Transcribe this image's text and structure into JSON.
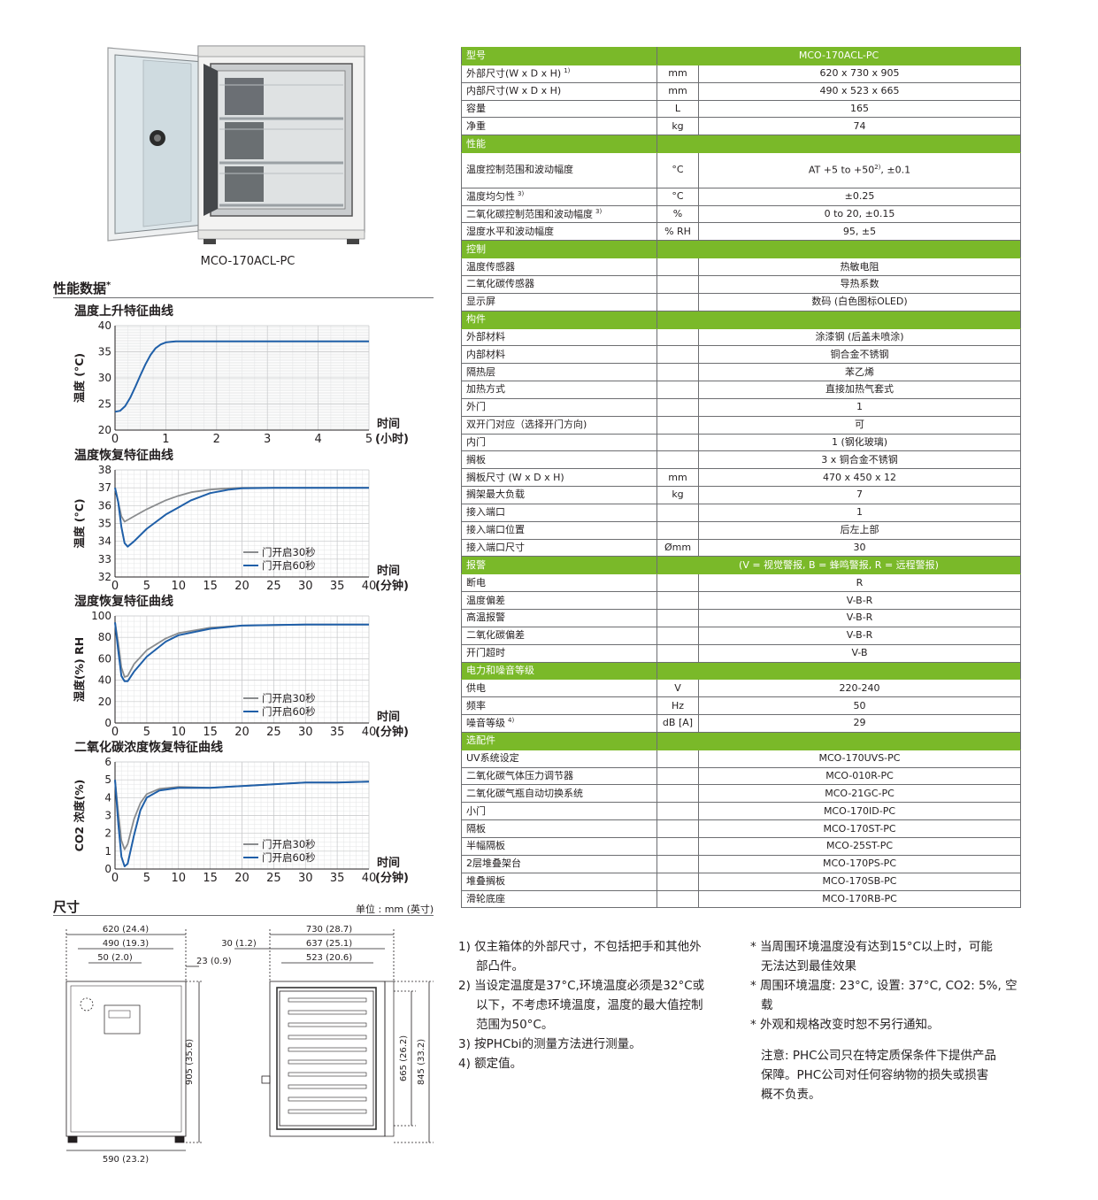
{
  "product": {
    "caption": "MCO-170ACL-PC"
  },
  "performance": {
    "title": "性能数据",
    "mark": "*"
  },
  "charts": {
    "c1": {
      "title": "温度上升特征曲线",
      "ylabel": "温度 (°C)",
      "xlabel1": "时间",
      "xlabel2": "(小时)",
      "yticks": [
        "40",
        "35",
        "30",
        "25",
        "20"
      ],
      "xticks": [
        "0",
        "1",
        "2",
        "3",
        "4",
        "5"
      ]
    },
    "c2": {
      "title": "温度恢复特征曲线",
      "ylabel": "温度 (°C)",
      "xlabel1": "时间",
      "xlabel2": "(分钟)",
      "yticks": [
        "38",
        "37",
        "36",
        "35",
        "34",
        "33",
        "32"
      ],
      "xticks": [
        "0",
        "5",
        "10",
        "15",
        "20",
        "25",
        "30",
        "35",
        "40"
      ],
      "legend1": "门开启30秒",
      "legend2": "门开启60秒"
    },
    "c3": {
      "title": "湿度恢复特征曲线",
      "ylabel": "湿度(%) RH",
      "xlabel1": "时间",
      "xlabel2": "(分钟)",
      "yticks": [
        "100",
        "80",
        "60",
        "40",
        "20",
        "0"
      ],
      "xticks": [
        "0",
        "5",
        "10",
        "15",
        "20",
        "25",
        "30",
        "35",
        "40"
      ],
      "legend1": "门开启30秒",
      "legend2": "门开启60秒"
    },
    "c4": {
      "title": "二氧化碳浓度恢复特征曲线",
      "ylabel": "CO2 浓度(%)",
      "xlabel1": "时间",
      "xlabel2": "(分钟)",
      "yticks": [
        "6",
        "5",
        "4",
        "3",
        "2",
        "1",
        "0"
      ],
      "xticks": [
        "0",
        "5",
        "10",
        "15",
        "20",
        "25",
        "30",
        "35",
        "40"
      ],
      "legend1": "门开启30秒",
      "legend2": "门开启60秒"
    }
  },
  "chart_data": [
    {
      "type": "line",
      "title": "温度上升特征曲线",
      "xlabel": "时间 (小时)",
      "ylabel": "温度 (°C)",
      "xlim": [
        0,
        5
      ],
      "ylim": [
        20,
        40
      ],
      "grid": true,
      "series": [
        {
          "color": "#1f5fa8",
          "x": [
            0,
            0.1,
            0.2,
            0.3,
            0.4,
            0.5,
            0.6,
            0.7,
            0.8,
            0.9,
            1.0,
            1.1,
            1.2,
            1.5,
            2,
            3,
            4,
            5
          ],
          "y": [
            23.5,
            23.7,
            24.6,
            26.2,
            28.3,
            30.5,
            32.6,
            34.4,
            35.7,
            36.4,
            36.8,
            36.9,
            37.0,
            37.0,
            37.0,
            37.0,
            37.0,
            37.0
          ]
        }
      ]
    },
    {
      "type": "line",
      "title": "温度恢复特征曲线",
      "xlabel": "时间 (分钟)",
      "ylabel": "温度 (°C)",
      "xlim": [
        0,
        40
      ],
      "ylim": [
        32,
        38
      ],
      "grid": true,
      "series": [
        {
          "name": "门开启30秒",
          "color": "#8a8c8e",
          "x": [
            0,
            0.5,
            1,
            1.5,
            3,
            5,
            8,
            10,
            12,
            15,
            18,
            20,
            25,
            30,
            40
          ],
          "y": [
            37.0,
            36.2,
            35.4,
            35.1,
            35.4,
            35.8,
            36.3,
            36.55,
            36.75,
            36.9,
            36.97,
            37.0,
            37.0,
            37.0,
            37.0
          ]
        },
        {
          "name": "门开启60秒",
          "color": "#1f5fa8",
          "x": [
            0,
            0.5,
            1,
            1.5,
            2,
            3,
            5,
            8,
            10,
            12,
            15,
            18,
            20,
            25,
            30,
            40
          ],
          "y": [
            37.0,
            36.2,
            34.8,
            33.9,
            33.7,
            34.0,
            34.7,
            35.5,
            35.9,
            36.3,
            36.7,
            36.9,
            36.97,
            37.0,
            37.0,
            37.0
          ]
        }
      ]
    },
    {
      "type": "line",
      "title": "湿度恢复特征曲线",
      "xlabel": "时间 (分钟)",
      "ylabel": "湿度(%) RH",
      "xlim": [
        0,
        40
      ],
      "ylim": [
        0,
        100
      ],
      "grid": true,
      "series": [
        {
          "name": "门开启30秒",
          "color": "#8a8c8e",
          "x": [
            0,
            0.5,
            1,
            1.5,
            2,
            3,
            5,
            8,
            10,
            15,
            20,
            25,
            30,
            40
          ],
          "y": [
            94,
            75,
            52,
            43,
            44,
            55,
            68,
            79,
            84,
            89,
            91,
            91.5,
            92,
            92
          ]
        },
        {
          "name": "门开启60秒",
          "color": "#1f5fa8",
          "x": [
            0,
            0.5,
            1,
            1.5,
            2,
            3,
            5,
            8,
            10,
            15,
            20,
            25,
            30,
            40
          ],
          "y": [
            94,
            68,
            44,
            39,
            39,
            48,
            62,
            76,
            82,
            88,
            91,
            91.5,
            92,
            92
          ]
        }
      ]
    },
    {
      "type": "line",
      "title": "二氧化碳浓度恢复特征曲线",
      "xlabel": "时间 (分钟)",
      "ylabel": "CO2 浓度(%)",
      "xlim": [
        0,
        40
      ],
      "ylim": [
        0,
        6
      ],
      "grid": true,
      "series": [
        {
          "name": "门开启30秒",
          "color": "#8a8c8e",
          "x": [
            0,
            0.5,
            1,
            1.5,
            2,
            3,
            4,
            5,
            7,
            10,
            15,
            20,
            25,
            30,
            35,
            40
          ],
          "y": [
            5.0,
            3.2,
            1.6,
            1.1,
            1.4,
            2.8,
            3.7,
            4.2,
            4.5,
            4.6,
            4.55,
            4.65,
            4.75,
            4.85,
            4.85,
            4.9
          ]
        },
        {
          "name": "门开启60秒",
          "color": "#1f5fa8",
          "x": [
            0,
            0.5,
            1,
            1.5,
            2,
            3,
            4,
            5,
            7,
            10,
            15,
            20,
            25,
            30,
            35,
            40
          ],
          "y": [
            5.0,
            2.6,
            0.7,
            0.15,
            0.3,
            1.9,
            3.3,
            4.0,
            4.4,
            4.55,
            4.55,
            4.65,
            4.75,
            4.85,
            4.85,
            4.9
          ]
        }
      ]
    }
  ],
  "spec": {
    "colors": {
      "group_bg": "#7ab929",
      "border": "#6d6e71"
    },
    "rows": [
      {
        "type": "group",
        "label": "型号",
        "value": "MCO-170ACL-PC"
      },
      {
        "label": "外部尺寸(W x D x H)",
        "sup": "1)",
        "unit": "mm",
        "value": "620 x 730 x 905"
      },
      {
        "label": "内部尺寸(W x D x H)",
        "unit": "mm",
        "value": "490 x 523 x 665"
      },
      {
        "label": "容量",
        "unit": "L",
        "value": "165"
      },
      {
        "label": "净重",
        "unit": "kg",
        "value": "74"
      },
      {
        "type": "group",
        "label": "性能",
        "value": ""
      },
      {
        "label": "温度控制范围和波动幅度",
        "unit": "°C",
        "value": "AT +5 to +50",
        "vsup": "2)",
        "vtail": ", ±0.1",
        "tall": true
      },
      {
        "label": "温度均匀性",
        "sup": "3)",
        "unit": "°C",
        "value": "±0.25"
      },
      {
        "label": "二氧化碳控制范围和波动幅度",
        "sup": "3)",
        "unit": "%",
        "value": "0 to 20, ±0.15"
      },
      {
        "label": "湿度水平和波动幅度",
        "unit": "% RH",
        "value": "95, ±5"
      },
      {
        "type": "group",
        "label": "控制",
        "value": ""
      },
      {
        "label": "温度传感器",
        "unit": "",
        "value": "热敏电阻"
      },
      {
        "label": "二氧化碳传感器",
        "unit": "",
        "value": "导热系数"
      },
      {
        "label": "显示屏",
        "unit": "",
        "value": "数码 (白色图标OLED)"
      },
      {
        "type": "group",
        "label": "构件",
        "value": ""
      },
      {
        "label": "外部材料",
        "unit": "",
        "value": "涂漆钢 (后盖未喷涂)"
      },
      {
        "label": "内部材料",
        "unit": "",
        "value": "铜合金不锈钢"
      },
      {
        "label": "隔热层",
        "unit": "",
        "value": "苯乙烯"
      },
      {
        "label": "加热方式",
        "unit": "",
        "value": "直接加热气套式"
      },
      {
        "label": "外门",
        "unit": "",
        "value": "1"
      },
      {
        "label": "双开门对应（选择开门方向)",
        "unit": "",
        "value": "可"
      },
      {
        "label": "内门",
        "unit": "",
        "value": "1 (钢化玻璃)"
      },
      {
        "label": "搁板",
        "unit": "",
        "value": "3 x 铜合金不锈钢"
      },
      {
        "label": "搁板尺寸 (W x D x H)",
        "unit": "mm",
        "value": "470 x 450 x 12"
      },
      {
        "label": "搁架最大负载",
        "unit": "kg",
        "value": "7"
      },
      {
        "label": "接入端口",
        "unit": "",
        "value": "1"
      },
      {
        "label": "接入端口位置",
        "unit": "",
        "value": "后左上部"
      },
      {
        "label": "接入端口尺寸",
        "unit": "Ømm",
        "value": "30"
      },
      {
        "type": "group",
        "label": "报警",
        "value": "(V = 视觉警报, B = 蜂鸣警报, R = 远程警报)"
      },
      {
        "label": "断电",
        "unit": "",
        "value": "R"
      },
      {
        "label": "温度偏差",
        "unit": "",
        "value": "V-B-R"
      },
      {
        "label": "高温报警",
        "unit": "",
        "value": "V-B-R"
      },
      {
        "label": "二氧化碳偏差",
        "unit": "",
        "value": "V-B-R"
      },
      {
        "label": "开门超时",
        "unit": "",
        "value": "V-B"
      },
      {
        "type": "group",
        "label": "电力和噪音等级",
        "value": ""
      },
      {
        "label": "供电",
        "unit": "V",
        "value": "220-240"
      },
      {
        "label": "频率",
        "unit": "Hz",
        "value": "50"
      },
      {
        "label": "噪音等级",
        "sup": "4)",
        "unit": "dB [A]",
        "value": "29"
      },
      {
        "type": "group",
        "label": "选配件",
        "value": ""
      },
      {
        "label": "UV系统设定",
        "unit": "",
        "value": "MCO-170UVS-PC"
      },
      {
        "label": "二氧化碳气体压力调节器",
        "unit": "",
        "value": "MCO-010R-PC"
      },
      {
        "label": "二氧化碳气瓶自动切换系统",
        "unit": "",
        "value": "MCO-21GC-PC"
      },
      {
        "label": "小门",
        "unit": "",
        "value": "MCO-170ID-PC"
      },
      {
        "label": "隔板",
        "unit": "",
        "value": "MCO-170ST-PC"
      },
      {
        "label": "半幅隔板",
        "unit": "",
        "value": "MCO-25ST-PC"
      },
      {
        "label": "2层堆叠架台",
        "unit": "",
        "value": "MCO-170PS-PC"
      },
      {
        "label": "堆叠搁板",
        "unit": "",
        "value": "MCO-170SB-PC"
      },
      {
        "label": "滑轮底座",
        "unit": "",
        "value": "MCO-170RB-PC"
      }
    ]
  },
  "dimensions": {
    "title": "尺寸",
    "unit_label": "单位 : mm (英寸)",
    "labels": {
      "w_outer": "620 (24.4)",
      "w_inner": "490 (19.3)",
      "w_50": "50 (2.0)",
      "w_23": "23 (0.9)",
      "w_590": "590 (23.2)",
      "h_905": "905 (35.6)",
      "d_30": "30 (1.2)",
      "d_730": "730 (28.7)",
      "d_637": "637 (25.1)",
      "d_523": "523 (20.6)",
      "h_665": "665 (26.2)",
      "h_845": "845 (33.2)"
    }
  },
  "notes": {
    "n1a": "1) 仅主箱体的外部尺寸，不包括把手和其他外",
    "n1b": "部凸件。",
    "n2a": "2) 当设定温度是37°C,环境温度必须是32°C或",
    "n2b": "以下，不考虑环境温度，温度的最大值控制",
    "n2c": "范围为50°C。",
    "n3": "3) 按PHCbi的测量方法进行测量。",
    "n4": "4) 额定值。",
    "s1a": "* 当周围环境温度没有达到15°C以上时，可能",
    "s1b": "无法达到最佳效果",
    "s2a": "* 周围环境温度: 23°C, 设置: 37°C, CO2: 5%, 空",
    "s2b": "载",
    "s3": "* 外观和规格改变时恕不另行通知。",
    "d1": "注意: PHC公司只在特定质保条件下提供产品",
    "d2": "保障。PHC公司对任何容纳物的损失或损害",
    "d3": "概不负责。"
  }
}
